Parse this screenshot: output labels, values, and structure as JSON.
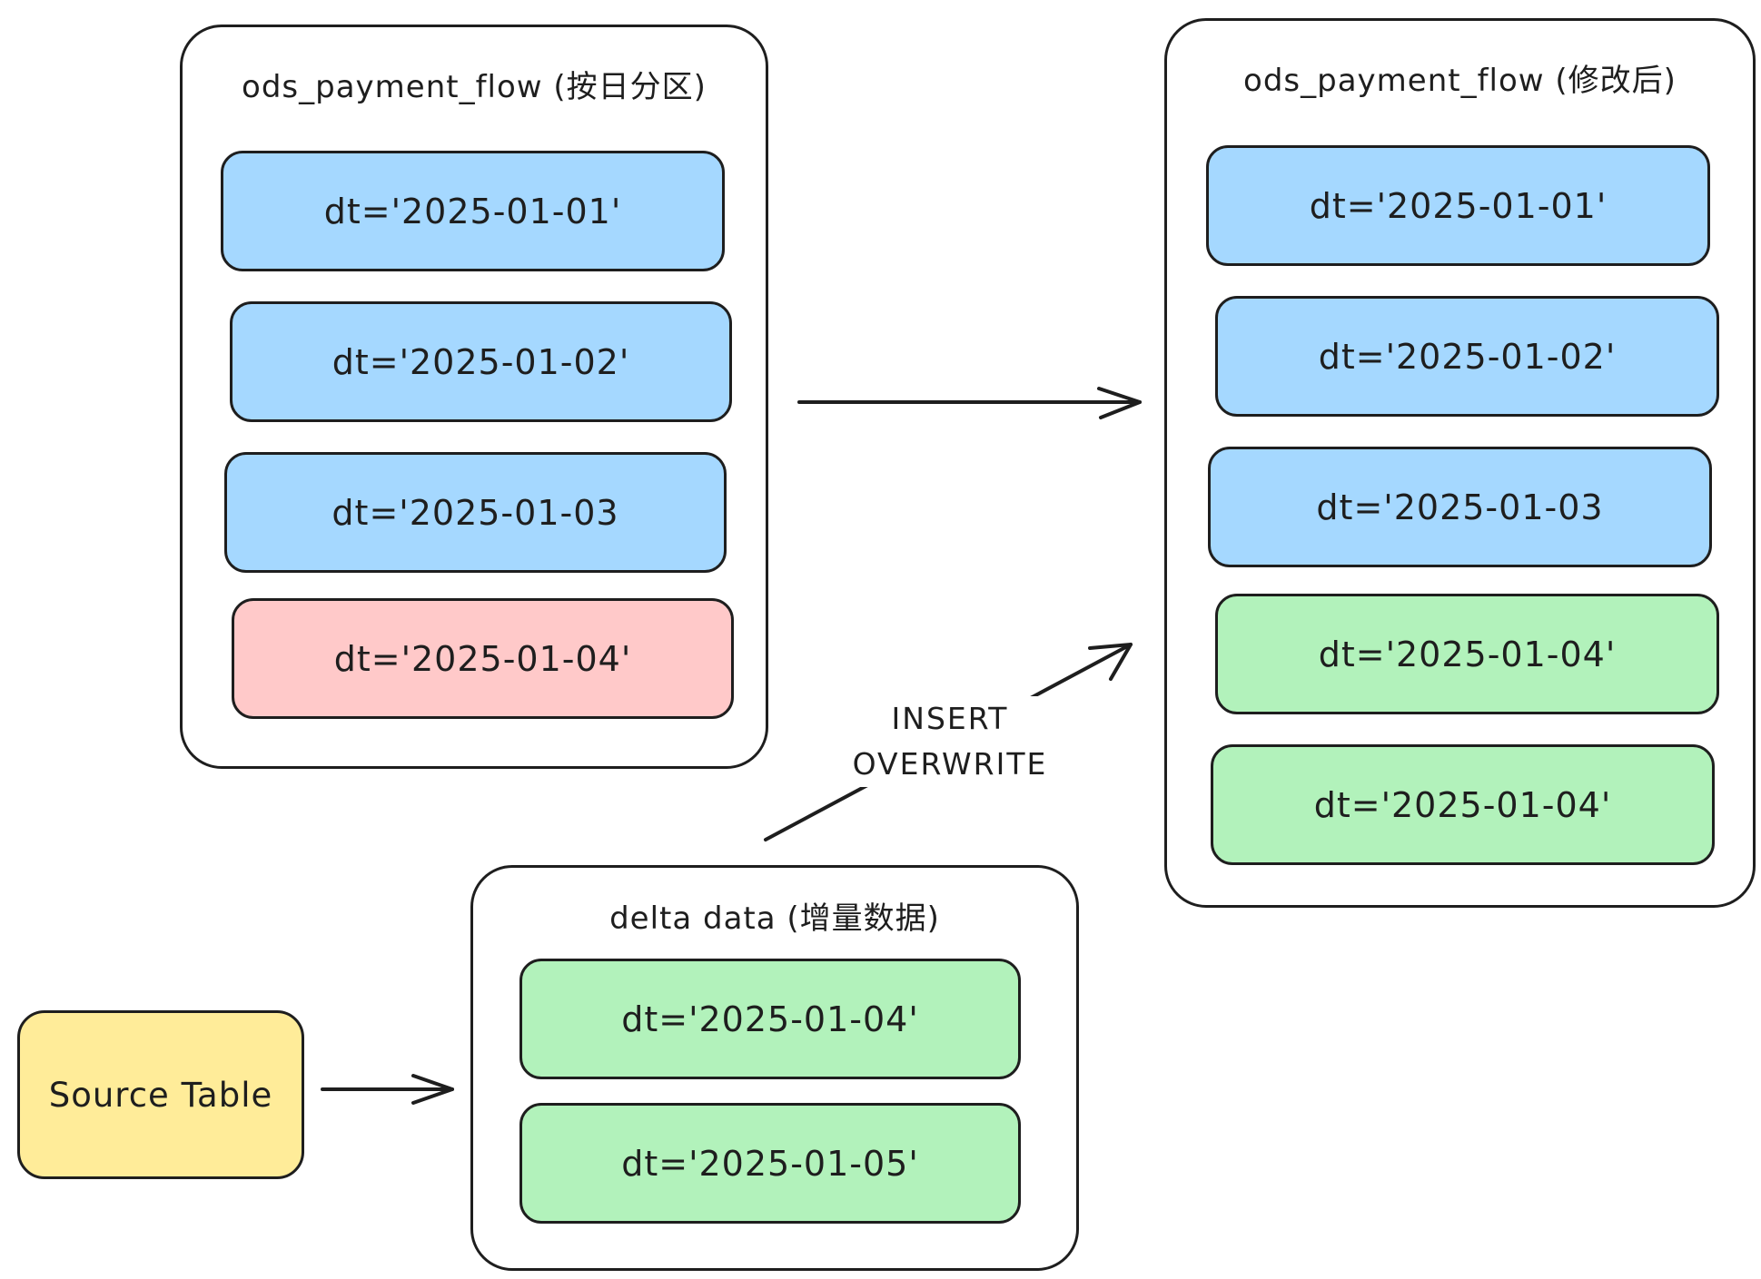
{
  "left_table": {
    "title": "ods_payment_flow (按日分区)",
    "partitions": [
      {
        "label": "dt='2025-01-01'",
        "color": "#a5d8ff"
      },
      {
        "label": "dt='2025-01-02'",
        "color": "#a5d8ff"
      },
      {
        "label": "dt='2025-01-03",
        "color": "#a5d8ff"
      },
      {
        "label": "dt='2025-01-04'",
        "color": "#ffc9c9"
      }
    ]
  },
  "right_table": {
    "title": "ods_payment_flow (修改后)",
    "partitions": [
      {
        "label": "dt='2025-01-01'",
        "color": "#a5d8ff"
      },
      {
        "label": "dt='2025-01-02'",
        "color": "#a5d8ff"
      },
      {
        "label": "dt='2025-01-03",
        "color": "#a5d8ff"
      },
      {
        "label": "dt='2025-01-04'",
        "color": "#b2f2bb"
      },
      {
        "label": "dt='2025-01-04'",
        "color": "#b2f2bb"
      }
    ]
  },
  "delta": {
    "title": "delta data (增量数据)",
    "partitions": [
      {
        "label": "dt='2025-01-04'",
        "color": "#b2f2bb"
      },
      {
        "label": "dt='2025-01-05'",
        "color": "#b2f2bb"
      }
    ]
  },
  "source": {
    "label": "Source Table",
    "color": "#ffec99"
  },
  "edges": {
    "insert_overwrite_line1": "INSERT",
    "insert_overwrite_line2": "OVERWRITE"
  },
  "colors": {
    "stroke": "#1e1e1e",
    "existing_partition": "#a5d8ff",
    "replaced_partition": "#ffc9c9",
    "new_partition": "#b2f2bb",
    "source": "#ffec99"
  }
}
